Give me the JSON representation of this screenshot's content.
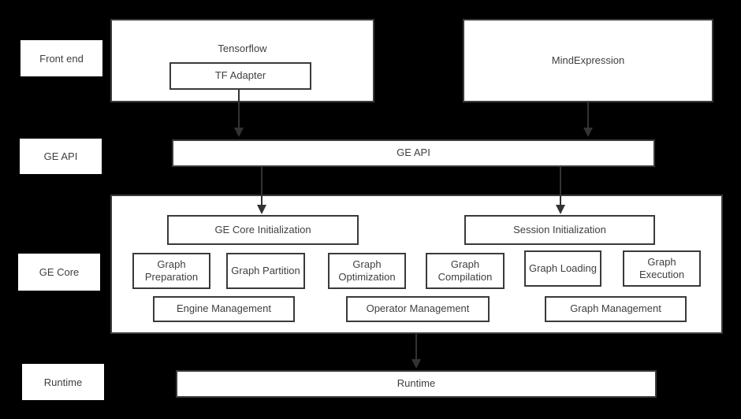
{
  "colors": {
    "background": "#000000",
    "box_fill": "#ffffff",
    "box_border": "#3a3a3a",
    "text": "#3f3f3f",
    "arrow": "#333333"
  },
  "row_labels": {
    "front_end": "Front end",
    "ge_api": "GE API",
    "ge_core": "GE Core",
    "runtime": "Runtime"
  },
  "front_end": {
    "tensorflow": "Tensorflow",
    "tf_adapter": "TF Adapter",
    "mind_expression": "MindExpression"
  },
  "ge_api_bar": "GE API",
  "ge_core": {
    "init_boxes": {
      "core_init": "GE Core Initialization",
      "session_init": "Session Initialization"
    },
    "stages": [
      "Graph Preparation",
      "Graph Partition",
      "Graph Optimization",
      "Graph Compilation",
      "Graph Loading",
      "Graph Execution"
    ],
    "management": [
      "Engine Management",
      "Operator Management",
      "Graph Management"
    ]
  },
  "runtime_bar": "Runtime"
}
